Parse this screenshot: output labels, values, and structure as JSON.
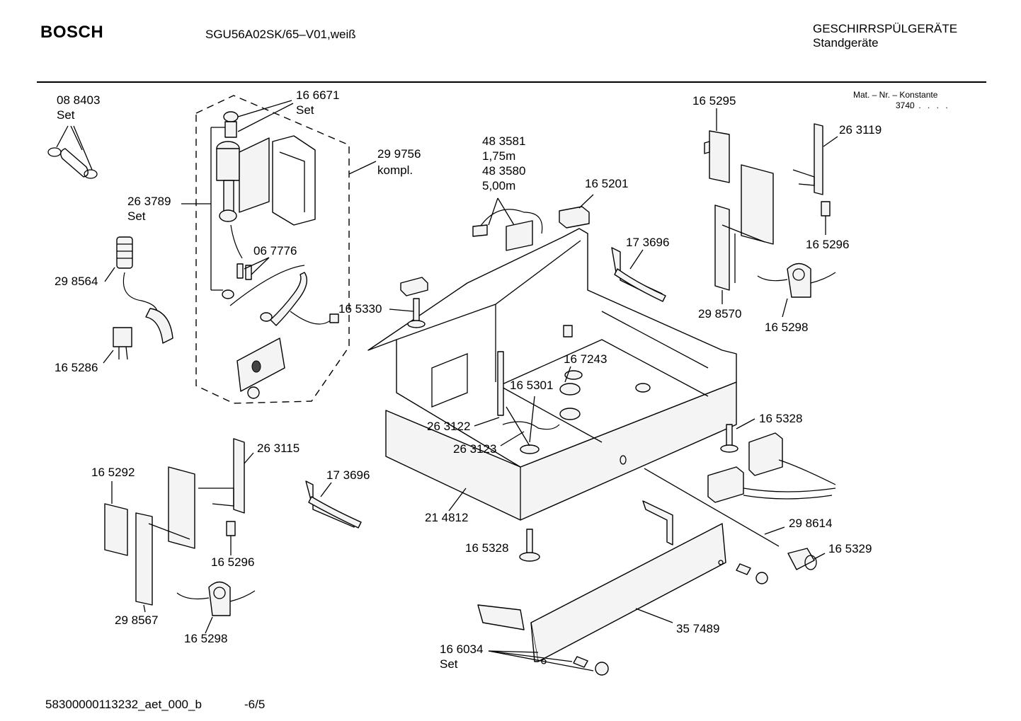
{
  "header": {
    "brand": "BOSCH",
    "model": "SGU56A02SK/65–V01,weiß",
    "category": "GESCHIRRSPÜLGERÄTE",
    "subcategory": "Standgeräte",
    "mat_label": "Mat. – Nr. – Konstante",
    "mat_value": "3740",
    "mat_dots": ". .   . . . ."
  },
  "labels": {
    "l088403": "08 8403",
    "l088403_set": "Set",
    "l166671": "16 6671",
    "l166671_set": "Set",
    "l299756": "29 9756",
    "l299756_kompl": "kompl.",
    "l263789": "26 3789",
    "l263789_set": "Set",
    "l067776": "06 7776",
    "l298564": "29 8564",
    "l165286": "16 5286",
    "l165330": "16 5330",
    "l483581": "48 3581",
    "l483581_len": "1,75m",
    "l483580": "48 3580",
    "l483580_len": "5,00m",
    "l165201": "16 5201",
    "l173696_top": "17 3696",
    "l167243": "16 7243",
    "l165301": "16 5301",
    "l263122": "26 3122",
    "l263123": "26 3123",
    "l214812": "21 4812",
    "l165295": "16 5295",
    "l263119": "26 3119",
    "l165296_top": "16 5296",
    "l298570": "29 8570",
    "l165298_top": "16 5298",
    "l165328_right": "16 5328",
    "l298614": "29 8614",
    "l165329": "16 5329",
    "l357489": "35 7489",
    "l166034": "16 6034",
    "l166034_set": "Set",
    "l165328_bottom": "16 5328",
    "l165292": "16 5292",
    "l263115": "26 3115",
    "l173696_bottom": "17 3696",
    "l165296_bottom": "16 5296",
    "l298567": "29 8567",
    "l165298_bottom": "16 5298"
  },
  "footer": {
    "doc_id": "58300000113232_aet_000_b",
    "page": "-6/5"
  }
}
